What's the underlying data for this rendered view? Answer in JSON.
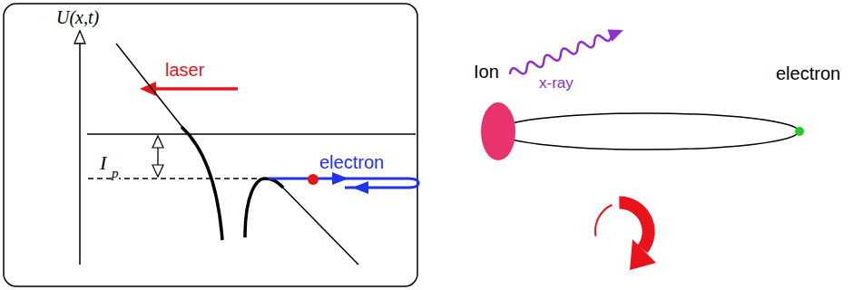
{
  "diagram": {
    "labels": [
      "U(x,t)",
      "laser",
      "I",
      "p",
      "electron",
      "Ion",
      "x-ray",
      "electron"
    ]
  }
}
